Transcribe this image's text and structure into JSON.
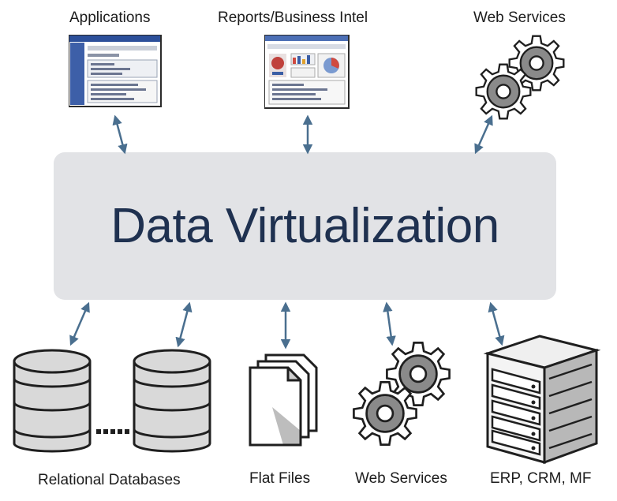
{
  "hub": {
    "title": "Data Virtualization"
  },
  "consumers": [
    {
      "label": "Applications",
      "icon": "application-window-icon"
    },
    {
      "label": "Reports/Business Intel",
      "icon": "report-dashboard-icon"
    },
    {
      "label": "Web Services",
      "icon": "gears-icon"
    }
  ],
  "sources": [
    {
      "label": "Relational Databases",
      "icon": "database-icon"
    },
    {
      "label": "Flat Files",
      "icon": "documents-icon"
    },
    {
      "label": "Web Services",
      "icon": "gears-icon"
    },
    {
      "label": "ERP, CRM, MF",
      "icon": "server-rack-icon"
    }
  ],
  "colors": {
    "hub": "#e2e3e6",
    "hub_text": "#1f3150",
    "arrow": "#4a6f8f",
    "db_fill": "#d9d9d9"
  }
}
